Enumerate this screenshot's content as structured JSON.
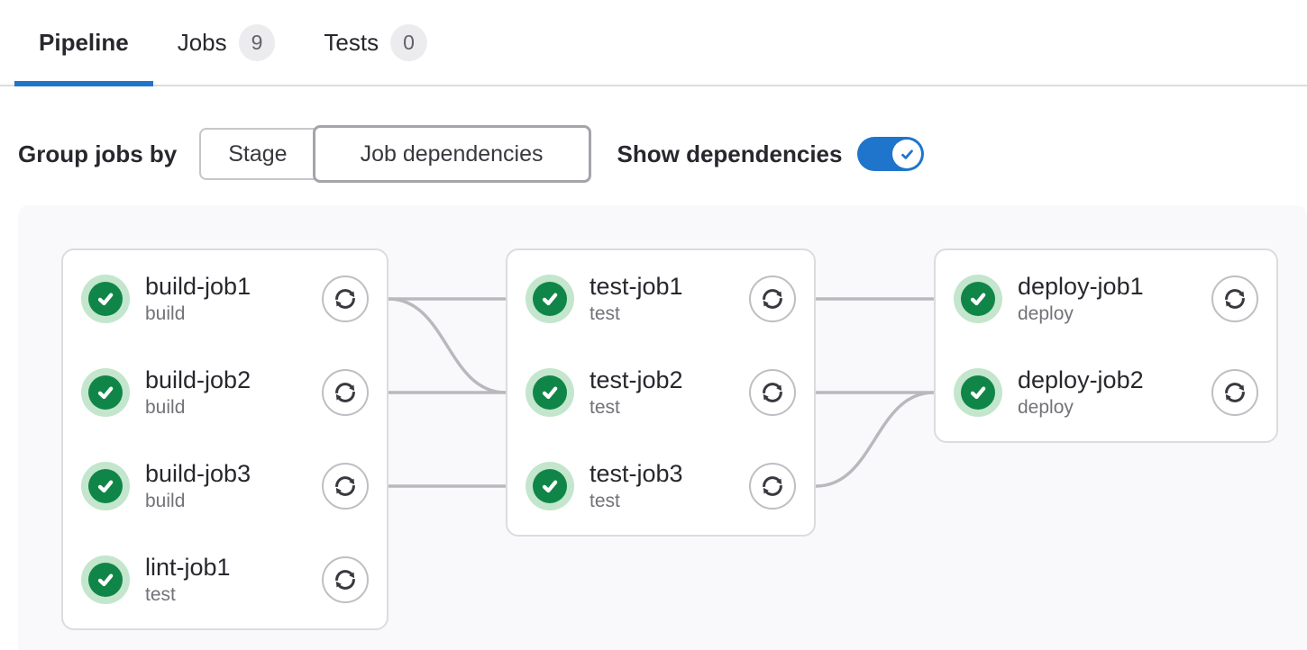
{
  "colors": {
    "accent_blue": "#1f75cb",
    "success_green": "#108548",
    "success_halo": "#c3e6cd",
    "dependency_line": "#b9b9bd",
    "badge_bg": "#ececef",
    "card_border": "#dcdcde",
    "graph_bg": "#f9f9fb"
  },
  "tabs": [
    {
      "label": "Pipeline",
      "active": true
    },
    {
      "label": "Jobs",
      "badge": "9",
      "active": false
    },
    {
      "label": "Tests",
      "badge": "0",
      "active": false
    }
  ],
  "controls": {
    "group_label": "Group jobs by",
    "options": [
      {
        "label": "Stage",
        "selected": false
      },
      {
        "label": "Job dependencies",
        "selected": true
      }
    ],
    "show_dependencies_label": "Show dependencies",
    "show_dependencies_on": true
  },
  "pipeline": {
    "columns": [
      {
        "jobs": [
          {
            "name": "build-job1",
            "stage": "build",
            "status": "success"
          },
          {
            "name": "build-job2",
            "stage": "build",
            "status": "success"
          },
          {
            "name": "build-job3",
            "stage": "build",
            "status": "success"
          },
          {
            "name": "lint-job1",
            "stage": "test",
            "status": "success"
          }
        ]
      },
      {
        "jobs": [
          {
            "name": "test-job1",
            "stage": "test",
            "status": "success"
          },
          {
            "name": "test-job2",
            "stage": "test",
            "status": "success"
          },
          {
            "name": "test-job3",
            "stage": "test",
            "status": "success"
          }
        ]
      },
      {
        "jobs": [
          {
            "name": "deploy-job1",
            "stage": "deploy",
            "status": "success"
          },
          {
            "name": "deploy-job2",
            "stage": "deploy",
            "status": "success"
          }
        ]
      }
    ],
    "edges": [
      {
        "from": "build-job1",
        "to": "test-job1"
      },
      {
        "from": "build-job1",
        "to": "test-job2"
      },
      {
        "from": "build-job2",
        "to": "test-job2"
      },
      {
        "from": "build-job3",
        "to": "test-job3"
      },
      {
        "from": "test-job1",
        "to": "deploy-job1"
      },
      {
        "from": "test-job2",
        "to": "deploy-job2"
      },
      {
        "from": "test-job3",
        "to": "deploy-job2"
      }
    ]
  },
  "icons": {
    "status_success": "status-success-icon",
    "retry": "retry-icon",
    "toggle_check": "check-icon"
  }
}
